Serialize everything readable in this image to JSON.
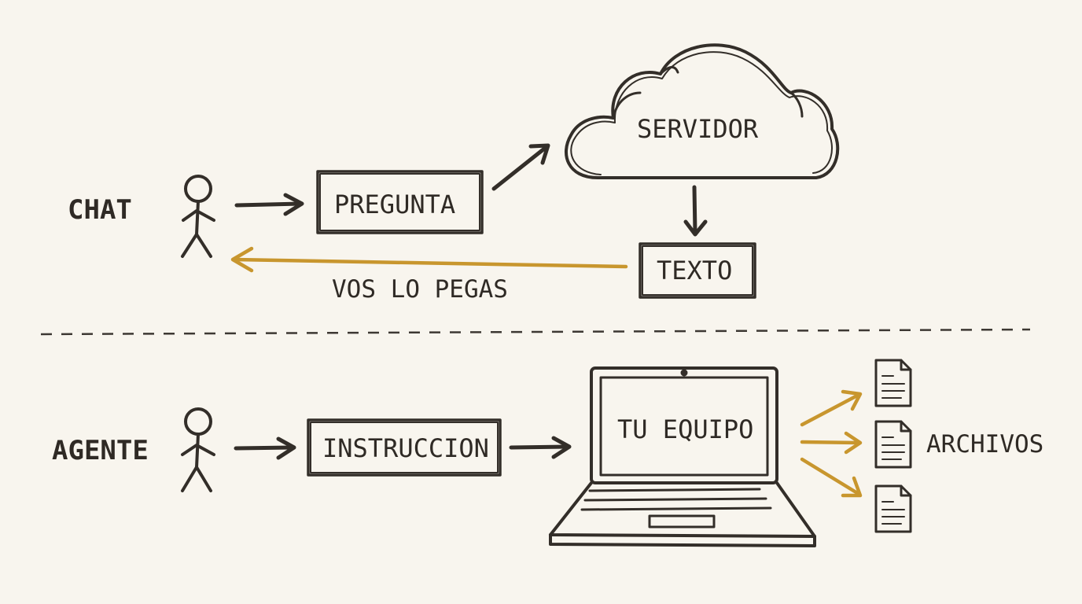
{
  "rows": {
    "chat": {
      "label": "CHAT",
      "question_box": "PREGUNTA",
      "server": "SERVIDOR",
      "text_box": "TEXTO",
      "return_caption": "VOS LO PEGAS"
    },
    "agent": {
      "label": "AGENTE",
      "instruction_box": "INSTRUCCION",
      "computer": "TU EQUIPO",
      "files_caption": "ARCHIVOS"
    }
  },
  "icons": [
    "stick-figure-icon",
    "cloud-icon",
    "laptop-icon",
    "document-icon",
    "arrow-icon"
  ],
  "colors": {
    "background": "#f8f5ee",
    "ink": "#332e29",
    "accent": "#c8962e"
  }
}
